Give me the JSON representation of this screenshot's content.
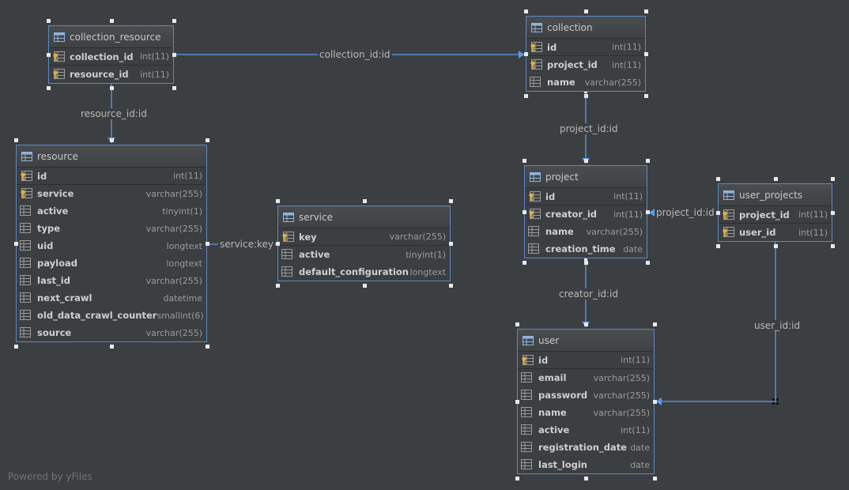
{
  "tables": {
    "collection_resource": {
      "title": "collection_resource",
      "columns": [
        {
          "name": "collection_id",
          "type": "int(11)",
          "icon": "key-column"
        },
        {
          "name": "resource_id",
          "type": "int(11)",
          "icon": "key-column"
        }
      ]
    },
    "collection": {
      "title": "collection",
      "columns": [
        {
          "name": "id",
          "type": "int(11)",
          "icon": "key-column"
        },
        {
          "name": "project_id",
          "type": "int(11)",
          "icon": "key-column"
        },
        {
          "name": "name",
          "type": "varchar(255)",
          "icon": "column"
        }
      ]
    },
    "resource": {
      "title": "resource",
      "columns": [
        {
          "name": "id",
          "type": "int(11)",
          "icon": "key-column"
        },
        {
          "name": "service",
          "type": "varchar(255)",
          "icon": "key-column"
        },
        {
          "name": "active",
          "type": "tinyint(1)",
          "icon": "column"
        },
        {
          "name": "type",
          "type": "varchar(255)",
          "icon": "column"
        },
        {
          "name": "uid",
          "type": "longtext",
          "icon": "column"
        },
        {
          "name": "payload",
          "type": "longtext",
          "icon": "column"
        },
        {
          "name": "last_id",
          "type": "varchar(255)",
          "icon": "column"
        },
        {
          "name": "next_crawl",
          "type": "datetime",
          "icon": "column"
        },
        {
          "name": "old_data_crawl_counter",
          "type": "smallint(6)",
          "icon": "column"
        },
        {
          "name": "source",
          "type": "varchar(255)",
          "icon": "column"
        }
      ]
    },
    "service": {
      "title": "service",
      "columns": [
        {
          "name": "key",
          "type": "varchar(255)",
          "icon": "key-column"
        },
        {
          "name": "active",
          "type": "tinyint(1)",
          "icon": "column"
        },
        {
          "name": "default_configuration",
          "type": "longtext",
          "icon": "column"
        }
      ]
    },
    "project": {
      "title": "project",
      "columns": [
        {
          "name": "id",
          "type": "int(11)",
          "icon": "key-column"
        },
        {
          "name": "creator_id",
          "type": "int(11)",
          "icon": "key-column"
        },
        {
          "name": "name",
          "type": "varchar(255)",
          "icon": "column"
        },
        {
          "name": "creation_time",
          "type": "date",
          "icon": "column"
        }
      ]
    },
    "user_projects": {
      "title": "user_projects",
      "columns": [
        {
          "name": "project_id",
          "type": "int(11)",
          "icon": "key-column"
        },
        {
          "name": "user_id",
          "type": "int(11)",
          "icon": "key-column"
        }
      ]
    },
    "user": {
      "title": "user",
      "columns": [
        {
          "name": "id",
          "type": "int(11)",
          "icon": "key-column"
        },
        {
          "name": "email",
          "type": "varchar(255)",
          "icon": "column"
        },
        {
          "name": "password",
          "type": "varchar(255)",
          "icon": "column"
        },
        {
          "name": "name",
          "type": "varchar(255)",
          "icon": "column"
        },
        {
          "name": "active",
          "type": "int(11)",
          "icon": "column"
        },
        {
          "name": "registration_date",
          "type": "date",
          "icon": "column"
        },
        {
          "name": "last_login",
          "type": "date",
          "icon": "column"
        }
      ]
    }
  },
  "edges": [
    {
      "id": "collection_resource_to_collection",
      "label": "collection_id:id"
    },
    {
      "id": "collection_resource_to_resource",
      "label": "resource_id:id"
    },
    {
      "id": "collection_to_project",
      "label": "project_id:id"
    },
    {
      "id": "resource_to_service",
      "label": "service:key"
    },
    {
      "id": "user_projects_to_project",
      "label": "project_id:id"
    },
    {
      "id": "project_to_user",
      "label": "creator_id:id"
    },
    {
      "id": "user_projects_to_user",
      "label": "user_id:id"
    }
  ],
  "colors": {
    "edge": "#5b9bf0",
    "border": "#5b88c4",
    "background": "#3c3f41",
    "selection_handle": "#e8e8e8"
  },
  "watermark": "Powered by yFiles"
}
